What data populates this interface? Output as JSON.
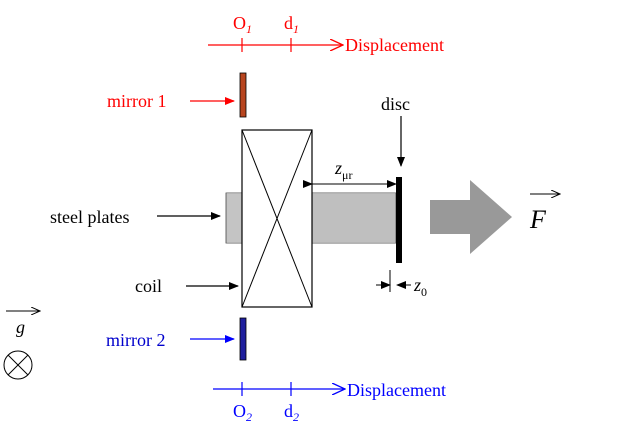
{
  "top_axis": {
    "origin_symbol": "O",
    "origin_sub": "1",
    "mark_symbol": "d",
    "mark_sub": "1",
    "label": "Displacement",
    "color": "#ff0000"
  },
  "bottom_axis": {
    "origin_symbol": "O",
    "origin_sub": "2",
    "mark_symbol": "d",
    "mark_sub": "2",
    "label": "Displacement",
    "color": "#0000ff"
  },
  "labels": {
    "mirror1": "mirror 1",
    "mirror2": "mirror 2",
    "steel_plates": "steel plates",
    "coil": "coil",
    "disc": "disc",
    "gap_main": "z",
    "gap_main_sub": "μr",
    "gap_small": "z",
    "gap_small_sub": "0",
    "force": "F",
    "gravity": "g"
  },
  "colors": {
    "mirror1": "#b8451f",
    "mirror2": "#1f1f9e",
    "mirror1_label": "#ff0000",
    "mirror2_label": "#0000cc",
    "force_arrow": "#999999",
    "line": "#000000"
  },
  "icons": {
    "gravity_into_page": "circle-cross-icon",
    "force_arrow": "block-arrow-icon"
  }
}
